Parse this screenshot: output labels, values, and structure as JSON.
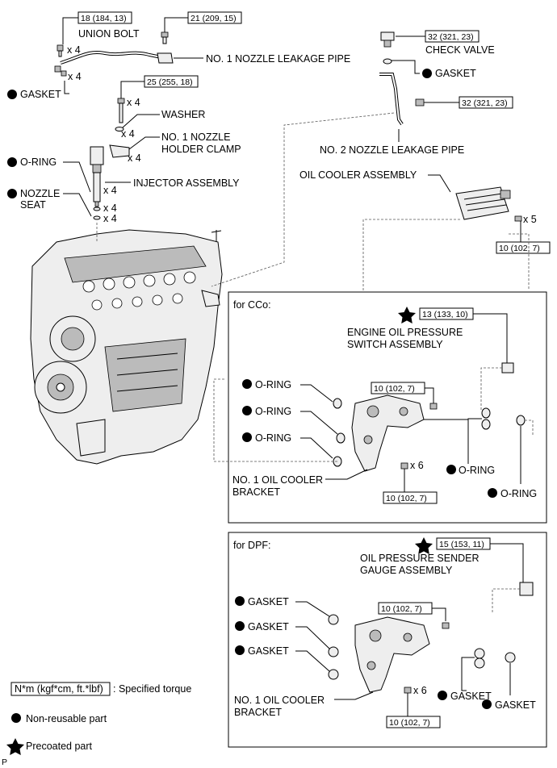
{
  "torques": {
    "t18": "18 (184, 13)",
    "t21": "21 (209, 15)",
    "t25": "25 (255, 18)",
    "t32a": "32 (321, 23)",
    "t32b": "32 (321, 23)",
    "t10_cooler": "10 (102, 7)",
    "t13": "13 (133, 10)",
    "t10_cco_a": "10 (102, 7)",
    "t10_cco_b": "10 (102, 7)",
    "t15": "15 (153, 11)",
    "t10_dpf_a": "10 (102, 7)",
    "t10_dpf_b": "10 (102, 7)"
  },
  "labels": {
    "union_bolt": "UNION BOLT",
    "nozzle_leak_pipe1": "NO. 1 NOZZLE LEAKAGE PIPE",
    "gasket": "GASKET",
    "washer": "WASHER",
    "holder_clamp_1": "NO. 1 NOZZLE",
    "holder_clamp_2": "HOLDER CLAMP",
    "o_ring": "O-RING",
    "injector": "INJECTOR ASSEMBLY",
    "nozzle_seat_1": "NOZZLE",
    "nozzle_seat_2": "SEAT",
    "check_valve": "CHECK VALVE",
    "gasket_cv": "GASKET",
    "nozzle_leak_pipe2": "NO. 2 NOZZLE LEAKAGE PIPE",
    "oil_cooler": "OIL COOLER ASSEMBLY"
  },
  "qty": {
    "x4": "x 4",
    "x5": "x 5",
    "x6": "x 6"
  },
  "cco": {
    "title": "for CCo:",
    "switch_1": "ENGINE OIL PRESSURE",
    "switch_2": "SWITCH ASSEMBLY",
    "o_ring": "O-RING",
    "bracket_1": "NO. 1 OIL COOLER",
    "bracket_2": "BRACKET"
  },
  "dpf": {
    "title": "for DPF:",
    "gauge_1": "OIL PRESSURE SENDER",
    "gauge_2": "GAUGE ASSEMBLY",
    "gasket": "GASKET",
    "bracket_1": "NO. 1 OIL COOLER",
    "bracket_2": "BRACKET"
  },
  "legend": {
    "torque_unit": "N*m (kgf*cm, ft.*lbf)",
    "torque_desc": ": Specified torque",
    "non_reusable": "Non-reusable part",
    "precoated": "Precoated part"
  },
  "footer": "P"
}
